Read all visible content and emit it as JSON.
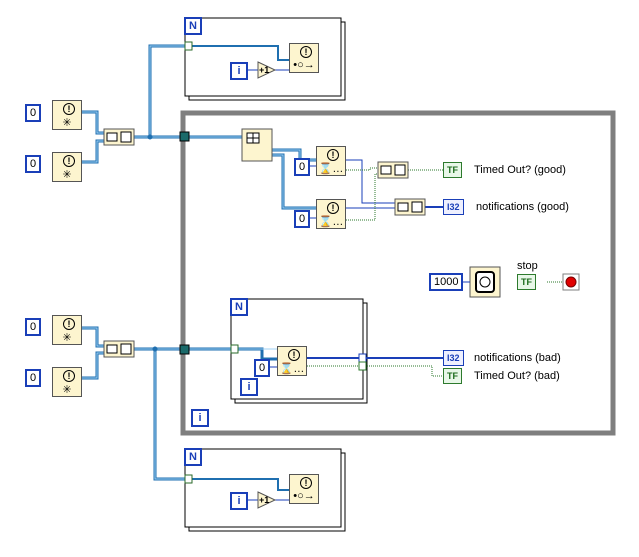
{
  "window": {},
  "loops": {
    "for_loop_count_label": "N",
    "iteration_label": "i"
  },
  "constants": {
    "zero": "0",
    "wait_ms": "1000"
  },
  "nodes": {
    "increment_glyph": "+1",
    "timeout_type_label": "TF",
    "i32_type_label": "I32"
  },
  "indicators": {
    "timed_out_good": "Timed Out? (good)",
    "notifications_good": "notifications (good)",
    "notifications_bad": "notifications (bad)",
    "timed_out_bad": "Timed Out? (bad)"
  },
  "controls": {
    "stop_label": "stop",
    "stop_type_label": "TF"
  },
  "colors": {
    "cluster_wire": "#1f6fb0",
    "int_wire": "#1a3fb8",
    "bool_wire": "#2d7a2d",
    "while_loop_border": "#7f7f7f"
  }
}
